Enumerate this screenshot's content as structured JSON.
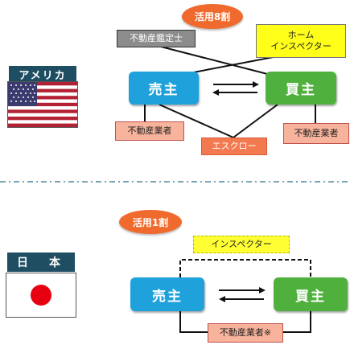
{
  "usa": {
    "label": "アメリカ",
    "badge": "活用8割",
    "appraiser": "不動産鑑定士",
    "home_inspector_line1": "ホーム",
    "home_inspector_line2": "インスペクター",
    "seller": "売主",
    "buyer": "買主",
    "seller_agent": "不動産業者",
    "buyer_agent": "不動産業者",
    "escrow": "エスクロー"
  },
  "japan": {
    "label": "日　本",
    "badge": "活用1割",
    "inspector": "インスペクター",
    "seller": "売主",
    "buyer": "買主",
    "agent": "不動産業者※"
  },
  "colors": {
    "seller": "#1fa2db",
    "buyer": "#4fb03d",
    "badge": "#f06a2d",
    "label_bg": "#1f4e63",
    "agent_fill": "#f7b39b",
    "escrow_fill": "#f37a50",
    "inspector_fill": "#ffff1a",
    "appraiser_fill": "#8c8c8c"
  }
}
